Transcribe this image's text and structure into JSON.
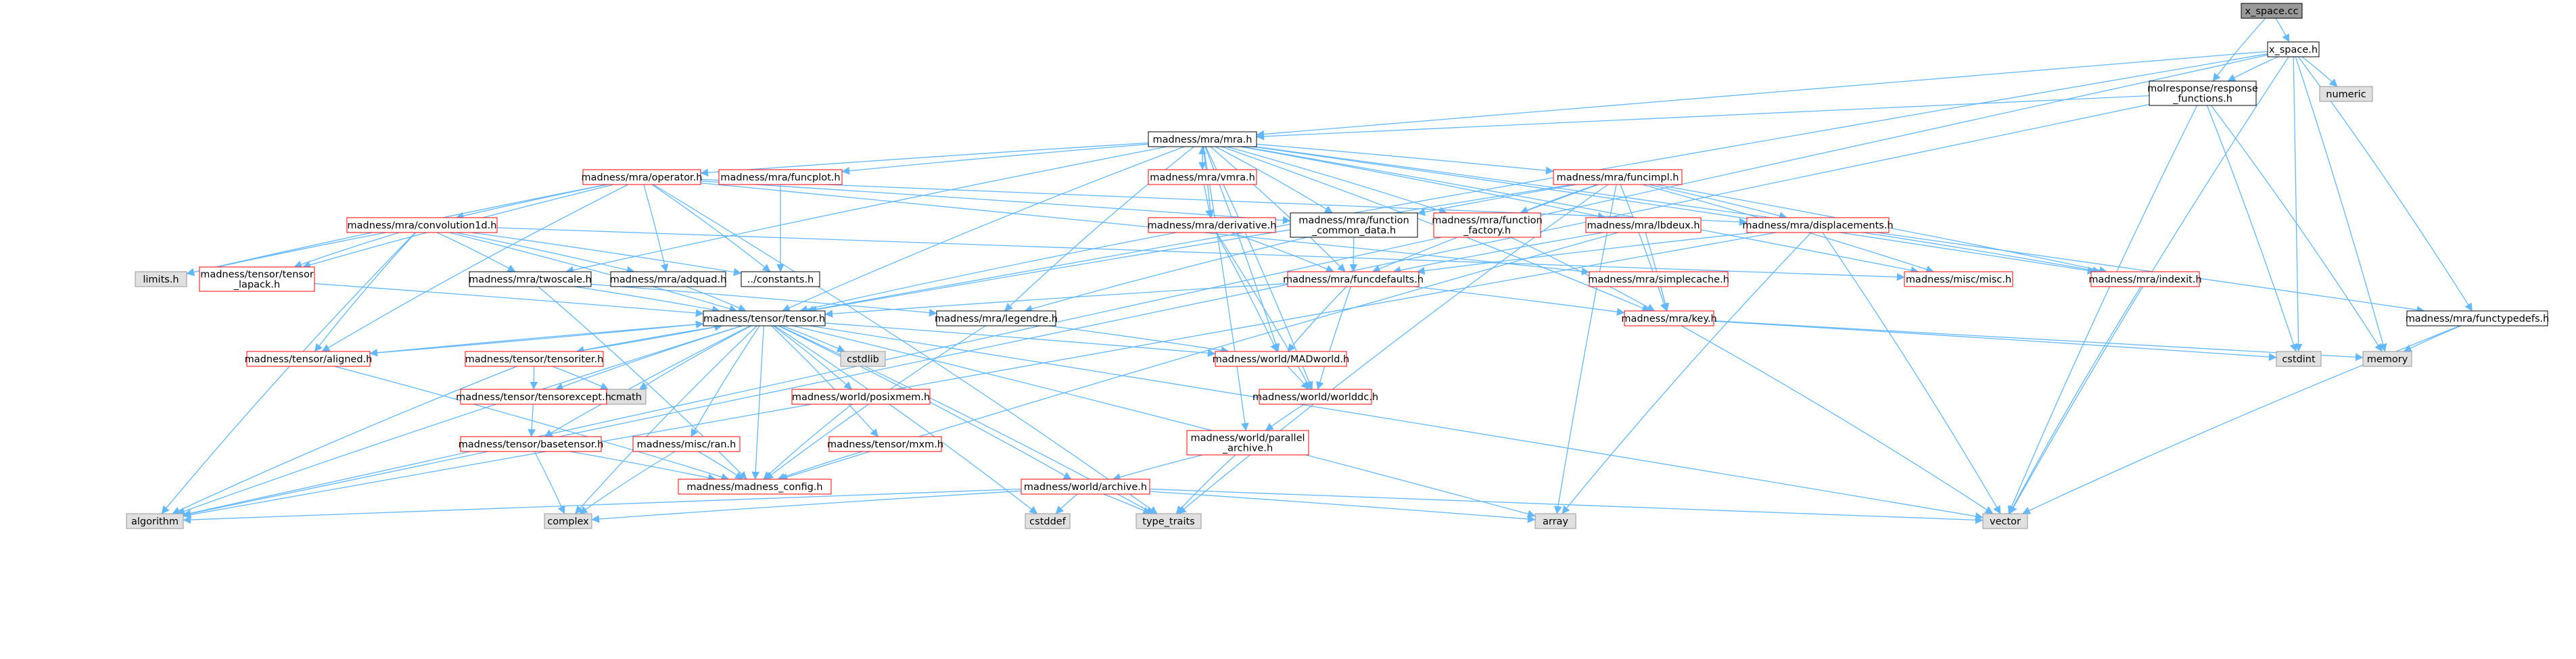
{
  "colors": {
    "edge": "#63b8ff",
    "red_border": "#ff0000",
    "black_border": "#000000",
    "system_border": "#999999",
    "system_fill": "#e0e0e0",
    "root_fill": "#999999",
    "node_fill": "#ffffff"
  },
  "nodes": [
    {
      "id": "x_space_cc",
      "lines": [
        "x_space.cc"
      ],
      "kind": "root"
    },
    {
      "id": "x_space_h",
      "lines": [
        "x_space.h"
      ],
      "kind": "normal"
    },
    {
      "id": "response_functions",
      "lines": [
        "molresponse/response",
        "_functions.h"
      ],
      "kind": "normal"
    },
    {
      "id": "numeric",
      "lines": [
        "numeric"
      ],
      "kind": "system"
    },
    {
      "id": "mra",
      "lines": [
        "madness/mra/mra.h"
      ],
      "kind": "normal"
    },
    {
      "id": "operator",
      "lines": [
        "madness/mra/operator.h"
      ],
      "kind": "red"
    },
    {
      "id": "funcplot",
      "lines": [
        "madness/mra/funcplot.h"
      ],
      "kind": "red"
    },
    {
      "id": "vmra",
      "lines": [
        "madness/mra/vmra.h"
      ],
      "kind": "red"
    },
    {
      "id": "funcimpl",
      "lines": [
        "madness/mra/funcimpl.h"
      ],
      "kind": "red"
    },
    {
      "id": "convolution1d",
      "lines": [
        "madness/mra/convolution1d.h"
      ],
      "kind": "red"
    },
    {
      "id": "function_common_data",
      "lines": [
        "madness/mra/function",
        "_common_data.h"
      ],
      "kind": "normal"
    },
    {
      "id": "derivative",
      "lines": [
        "madness/mra/derivative.h"
      ],
      "kind": "red"
    },
    {
      "id": "function_factory",
      "lines": [
        "madness/mra/function",
        "_factory.h"
      ],
      "kind": "red"
    },
    {
      "id": "lbdeux",
      "lines": [
        "madness/mra/lbdeux.h"
      ],
      "kind": "red"
    },
    {
      "id": "displacements",
      "lines": [
        "madness/mra/displacements.h"
      ],
      "kind": "red"
    },
    {
      "id": "limits",
      "lines": [
        "limits.h"
      ],
      "kind": "system"
    },
    {
      "id": "tensor_lapack",
      "lines": [
        "madness/tensor/tensor",
        "_lapack.h"
      ],
      "kind": "red"
    },
    {
      "id": "twoscale",
      "lines": [
        "madness/mra/twoscale.h"
      ],
      "kind": "normal"
    },
    {
      "id": "adquad",
      "lines": [
        "madness/mra/adquad.h"
      ],
      "kind": "normal"
    },
    {
      "id": "constants",
      "lines": [
        "../constants.h"
      ],
      "kind": "normal"
    },
    {
      "id": "funcdefaults",
      "lines": [
        "madness/mra/funcdefaults.h"
      ],
      "kind": "red"
    },
    {
      "id": "simplecache",
      "lines": [
        "madness/mra/simplecache.h"
      ],
      "kind": "red"
    },
    {
      "id": "misc",
      "lines": [
        "madness/misc/misc.h"
      ],
      "kind": "red"
    },
    {
      "id": "indexit",
      "lines": [
        "madness/mra/indexit.h"
      ],
      "kind": "red"
    },
    {
      "id": "tensor",
      "lines": [
        "madness/tensor/tensor.h"
      ],
      "kind": "normal"
    },
    {
      "id": "legendre",
      "lines": [
        "madness/mra/legendre.h"
      ],
      "kind": "normal"
    },
    {
      "id": "key",
      "lines": [
        "madness/mra/key.h"
      ],
      "kind": "red"
    },
    {
      "id": "functypedefs",
      "lines": [
        "madness/mra/functypedefs.h"
      ],
      "kind": "normal"
    },
    {
      "id": "aligned",
      "lines": [
        "madness/tensor/aligned.h"
      ],
      "kind": "red"
    },
    {
      "id": "tensoriter",
      "lines": [
        "madness/tensor/tensoriter.h"
      ],
      "kind": "red"
    },
    {
      "id": "cstdlib",
      "lines": [
        "cstdlib"
      ],
      "kind": "system"
    },
    {
      "id": "madworld",
      "lines": [
        "madness/world/MADworld.h"
      ],
      "kind": "red"
    },
    {
      "id": "cstdint",
      "lines": [
        "cstdint"
      ],
      "kind": "system"
    },
    {
      "id": "memory",
      "lines": [
        "memory"
      ],
      "kind": "system"
    },
    {
      "id": "cmath",
      "lines": [
        "cmath"
      ],
      "kind": "system"
    },
    {
      "id": "tensorexcept",
      "lines": [
        "madness/tensor/tensorexcept.h"
      ],
      "kind": "red"
    },
    {
      "id": "posixmem",
      "lines": [
        "madness/world/posixmem.h"
      ],
      "kind": "red"
    },
    {
      "id": "worlddc",
      "lines": [
        "madness/world/worlddc.h"
      ],
      "kind": "red"
    },
    {
      "id": "basetensor",
      "lines": [
        "madness/tensor/basetensor.h"
      ],
      "kind": "red"
    },
    {
      "id": "ran",
      "lines": [
        "madness/misc/ran.h"
      ],
      "kind": "red"
    },
    {
      "id": "mxm",
      "lines": [
        "madness/tensor/mxm.h"
      ],
      "kind": "red"
    },
    {
      "id": "parallel_archive",
      "lines": [
        "madness/world/parallel",
        "_archive.h"
      ],
      "kind": "red"
    },
    {
      "id": "madness_config",
      "lines": [
        "madness/madness_config.h"
      ],
      "kind": "red"
    },
    {
      "id": "archive",
      "lines": [
        "madness/world/archive.h"
      ],
      "kind": "red"
    },
    {
      "id": "algorithm",
      "lines": [
        "algorithm"
      ],
      "kind": "system"
    },
    {
      "id": "complex",
      "lines": [
        "complex"
      ],
      "kind": "system"
    },
    {
      "id": "cstddef",
      "lines": [
        "cstddef"
      ],
      "kind": "system"
    },
    {
      "id": "type_traits",
      "lines": [
        "type_traits"
      ],
      "kind": "system"
    },
    {
      "id": "array",
      "lines": [
        "array"
      ],
      "kind": "system"
    },
    {
      "id": "vector",
      "lines": [
        "vector"
      ],
      "kind": "system"
    }
  ],
  "edges": [
    [
      "x_space_cc",
      "x_space_h"
    ],
    [
      "x_space_cc",
      "response_functions"
    ],
    [
      "x_space_h",
      "response_functions"
    ],
    [
      "x_space_h",
      "numeric"
    ],
    [
      "x_space_h",
      "mra"
    ],
    [
      "x_space_h",
      "tensor"
    ],
    [
      "x_space_h",
      "algorithm"
    ],
    [
      "x_space_h",
      "cstdint"
    ],
    [
      "x_space_h",
      "memory"
    ],
    [
      "x_space_h",
      "functypedefs"
    ],
    [
      "x_space_h",
      "vector"
    ],
    [
      "response_functions",
      "mra"
    ],
    [
      "response_functions",
      "algorithm"
    ],
    [
      "response_functions",
      "cstdint"
    ],
    [
      "response_functions",
      "memory"
    ],
    [
      "response_functions",
      "vector"
    ],
    [
      "mra",
      "operator"
    ],
    [
      "mra",
      "funcplot"
    ],
    [
      "mra",
      "vmra"
    ],
    [
      "mra",
      "funcimpl"
    ],
    [
      "mra",
      "derivative"
    ],
    [
      "mra",
      "lbdeux"
    ],
    [
      "mra",
      "function_common_data"
    ],
    [
      "mra",
      "function_factory"
    ],
    [
      "mra",
      "twoscale"
    ],
    [
      "mra",
      "tensor"
    ],
    [
      "mra",
      "legendre"
    ],
    [
      "mra",
      "key"
    ],
    [
      "mra",
      "functypedefs"
    ],
    [
      "mra",
      "madworld"
    ],
    [
      "mra",
      "worlddc"
    ],
    [
      "mra",
      "parallel_archive"
    ],
    [
      "mra",
      "misc"
    ],
    [
      "mra",
      "indexit"
    ],
    [
      "mra",
      "funcdefaults"
    ],
    [
      "vmra",
      "mra"
    ],
    [
      "vmra",
      "derivative"
    ],
    [
      "operator",
      "convolution1d"
    ],
    [
      "operator",
      "adquad"
    ],
    [
      "operator",
      "constants"
    ],
    [
      "operator",
      "limits"
    ],
    [
      "operator",
      "tensor_lapack"
    ],
    [
      "operator",
      "aligned"
    ],
    [
      "operator",
      "simplecache"
    ],
    [
      "operator",
      "displacements"
    ],
    [
      "operator",
      "function_common_data"
    ],
    [
      "operator",
      "type_traits"
    ],
    [
      "funcplot",
      "constants"
    ],
    [
      "funcimpl",
      "funcdefaults"
    ],
    [
      "funcimpl",
      "function_common_data"
    ],
    [
      "funcimpl",
      "function_factory"
    ],
    [
      "funcimpl",
      "displacements"
    ],
    [
      "funcimpl",
      "key"
    ],
    [
      "funcimpl",
      "misc"
    ],
    [
      "funcimpl",
      "indexit"
    ],
    [
      "funcimpl",
      "tensor"
    ],
    [
      "funcimpl",
      "type_traits"
    ],
    [
      "funcimpl",
      "array"
    ],
    [
      "convolution1d",
      "limits"
    ],
    [
      "convolution1d",
      "tensor_lapack"
    ],
    [
      "convolution1d",
      "twoscale"
    ],
    [
      "convolution1d",
      "adquad"
    ],
    [
      "convolution1d",
      "constants"
    ],
    [
      "convolution1d",
      "tensor"
    ],
    [
      "convolution1d",
      "aligned"
    ],
    [
      "convolution1d",
      "algorithm"
    ],
    [
      "convolution1d",
      "misc"
    ],
    [
      "function_common_data",
      "funcdefaults"
    ],
    [
      "function_common_data",
      "legendre"
    ],
    [
      "derivative",
      "funcdefaults"
    ],
    [
      "derivative",
      "tensor"
    ],
    [
      "derivative",
      "madworld"
    ],
    [
      "derivative",
      "worlddc"
    ],
    [
      "function_factory",
      "key"
    ],
    [
      "lbdeux",
      "funcdefaults"
    ],
    [
      "lbdeux",
      "key"
    ],
    [
      "lbdeux",
      "madness_config"
    ],
    [
      "displacements",
      "funcdefaults"
    ],
    [
      "displacements",
      "indexit"
    ],
    [
      "displacements",
      "vector"
    ],
    [
      "displacements",
      "array"
    ],
    [
      "displacements",
      "algorithm"
    ],
    [
      "tensor_lapack",
      "tensor"
    ],
    [
      "twoscale",
      "tensor"
    ],
    [
      "twoscale",
      "legendre"
    ],
    [
      "twoscale",
      "madness_config"
    ],
    [
      "adquad",
      "tensor"
    ],
    [
      "funcdefaults",
      "key"
    ],
    [
      "funcdefaults",
      "tensor"
    ],
    [
      "funcdefaults",
      "madworld"
    ],
    [
      "funcdefaults",
      "worlddc"
    ],
    [
      "simplecache",
      "key"
    ],
    [
      "indexit",
      "vector"
    ],
    [
      "tensor",
      "aligned"
    ],
    [
      "tensor",
      "tensoriter"
    ],
    [
      "tensor",
      "cstdlib"
    ],
    [
      "tensor",
      "cmath"
    ],
    [
      "tensor",
      "tensorexcept"
    ],
    [
      "tensor",
      "basetensor"
    ],
    [
      "tensor",
      "posixmem"
    ],
    [
      "tensor",
      "mxm"
    ],
    [
      "tensor",
      "ran"
    ],
    [
      "tensor",
      "madness_config"
    ],
    [
      "tensor",
      "archive"
    ],
    [
      "tensor",
      "complex"
    ],
    [
      "tensor",
      "cstddef"
    ],
    [
      "tensor",
      "type_traits"
    ],
    [
      "tensor",
      "array"
    ],
    [
      "tensor",
      "vector"
    ],
    [
      "tensor",
      "algorithm"
    ],
    [
      "tensor",
      "madworld"
    ],
    [
      "aligned",
      "tensor"
    ],
    [
      "aligned",
      "madness_config"
    ],
    [
      "tensoriter",
      "tensor"
    ],
    [
      "tensoriter",
      "cmath"
    ],
    [
      "tensoriter",
      "tensorexcept"
    ],
    [
      "tensoriter",
      "algorithm"
    ],
    [
      "tensorexcept",
      "basetensor"
    ],
    [
      "basetensor",
      "madness_config"
    ],
    [
      "basetensor",
      "complex"
    ],
    [
      "legendre",
      "madworld"
    ],
    [
      "legendre",
      "madness_config"
    ],
    [
      "key",
      "cstdint"
    ],
    [
      "key",
      "vector"
    ],
    [
      "key",
      "memory"
    ],
    [
      "madworld",
      "worlddc"
    ],
    [
      "worlddc",
      "parallel_archive"
    ],
    [
      "posixmem",
      "madness_config"
    ],
    [
      "ran",
      "madness_config"
    ],
    [
      "ran",
      "complex"
    ],
    [
      "mxm",
      "madness_config"
    ],
    [
      "parallel_archive",
      "archive"
    ],
    [
      "parallel_archive",
      "type_traits"
    ],
    [
      "archive",
      "algorithm"
    ],
    [
      "archive",
      "complex"
    ],
    [
      "archive",
      "cstddef"
    ],
    [
      "archive",
      "type_traits"
    ],
    [
      "archive",
      "array"
    ],
    [
      "archive",
      "vector"
    ],
    [
      "functypedefs",
      "memory"
    ],
    [
      "functypedefs",
      "vector"
    ]
  ]
}
